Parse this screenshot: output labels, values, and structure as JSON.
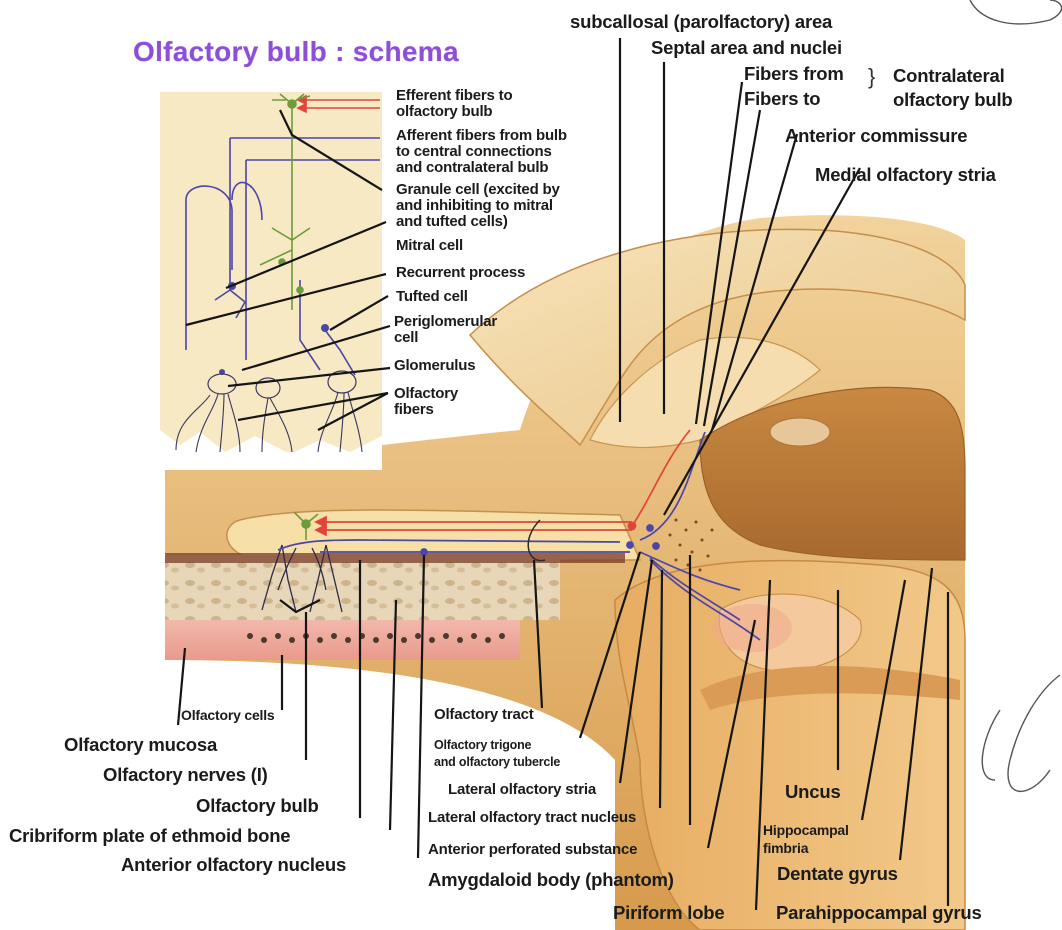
{
  "title": "Olfactory bulb : schema",
  "schema_labels": {
    "efferent_fibers": "Efferent fibers to\nolfactory bulb",
    "afferent_fibers": "Afferent fibers from bulb\nto central connections\nand contralateral bulb",
    "granule_cell": "Granule cell (excited by\nand inhibiting to mitral\nand tufted cells)",
    "mitral_cell": "Mitral cell",
    "recurrent_process": "Recurrent process",
    "tufted_cell": "Tufted cell",
    "periglomerular_cell": "Periglomerular\ncell",
    "glomerulus": "Glomerulus",
    "olfactory_fibers": "Olfactory\nfibers"
  },
  "top_labels": {
    "subcallosal_area": "subcallosal (parolfactory) area",
    "septal_area": "Septal area and nuclei",
    "fibers_from": "Fibers from",
    "fibers_to": "Fibers to",
    "contralateral_bulb": "Contralateral\nolfactory bulb",
    "anterior_commissure": "Anterior commissure",
    "medial_olfactory_stria": "Medial olfactory stria"
  },
  "bottom_labels": {
    "olfactory_cells": "Olfactory cells",
    "olfactory_mucosa": "Olfactory mucosa",
    "olfactory_nerves": "Olfactory nerves (I)",
    "olfactory_bulb": "Olfactory bulb",
    "cribriform_plate": "Cribriform plate of ethmoid bone",
    "anterior_olfactory_nucleus": "Anterior olfactory nucleus",
    "olfactory_tract": "Olfactory tract",
    "olfactory_trigone": "Olfactory trigone\nand olfactory tubercle",
    "lateral_olfactory_stria": "Lateral olfactory stria",
    "lateral_olfactory_tract_nucleus": "Lateral olfactory tract nucleus",
    "anterior_perforated_substance": "Anterior perforated substance",
    "amygdaloid_body": "Amygdaloid body (phantom)",
    "piriform_lobe": "Piriform lobe",
    "uncus": "Uncus",
    "hippocampal_fimbria": "Hippocampal\nfimbria",
    "dentate_gyrus": "Dentate gyrus",
    "parahippocampal_gyrus": "Parahippocampal gyrus"
  },
  "colors": {
    "title": "#8c4fd6",
    "efferent_fiber": "#e2443a",
    "afferent_fiber": "#4b46a8",
    "granule_cell": "#6d9c3a",
    "brain_tissue": "#dca35a",
    "schema_panel": "#f6e9c4"
  }
}
